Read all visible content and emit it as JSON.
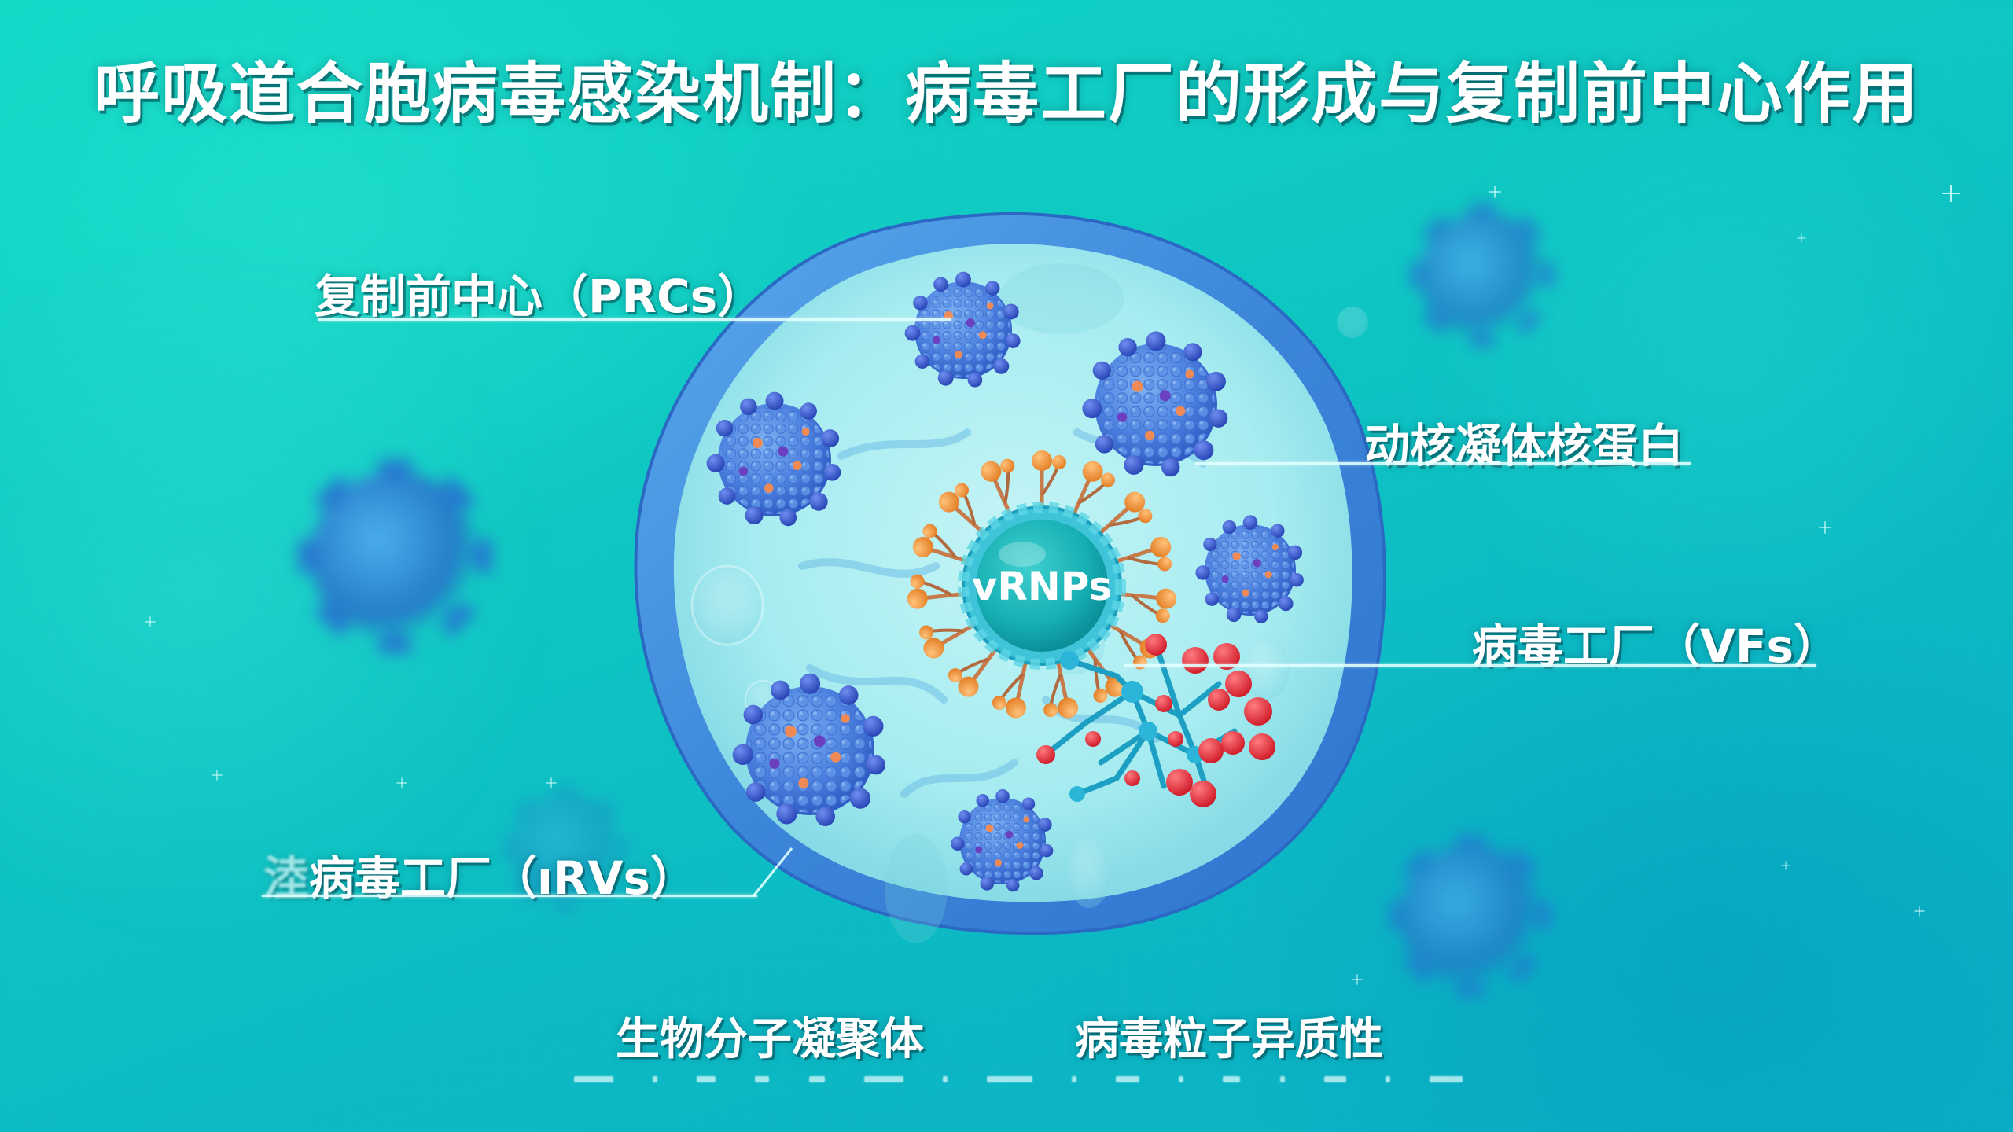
{
  "title": "呼吸道合胞病毒感染机制：病毒工厂的形成与复制前中心作用",
  "diagram": {
    "center_label": "vRNPs",
    "labels": {
      "prcs": "复制前中心（PRCs）",
      "nucleoprotein": "动核凝体核蛋白",
      "vfs": "病毒工厂（VFs）",
      "rvs_artifact": "淕",
      "rvs": "病毒工厂（ıRVs）"
    },
    "bottom_labels": {
      "left": "生物分子凝聚体",
      "right": "病毒粒子异质性"
    },
    "illegible_caption_row": true,
    "colors": {
      "background": "#0fc9c2",
      "cell_membrane": "#3d8fe0",
      "cytoplasm": "#a8eef2",
      "virus_particle": "#4a7fe0",
      "vrnp_core": "#17b3b5",
      "vrnp_spikes": "#f0973a",
      "vf_cluster_nodes": "#e0303a",
      "vf_cluster_links": "#1c9fc2",
      "label_text": "#ffffff"
    }
  }
}
